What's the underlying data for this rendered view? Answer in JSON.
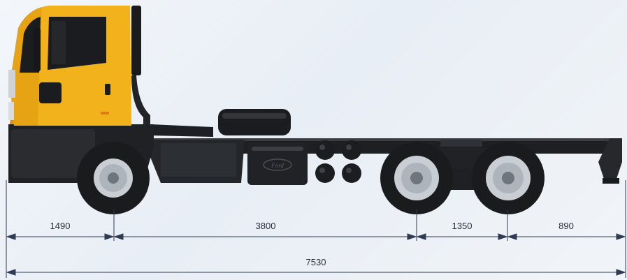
{
  "dimensions": {
    "front_overhang": "1490",
    "wheelbase": "3800",
    "tandem_spacing": "1350",
    "rear_overhang": "890",
    "overall_length": "7530"
  },
  "badge": "Ford",
  "colors": {
    "cab": "#f2b21c",
    "cab_shadow": "#d8960f",
    "chassis": "#1d1f22",
    "tire": "#1a1b1d",
    "rim": "#c9ced4",
    "dimension_line": "#2f3b52"
  }
}
